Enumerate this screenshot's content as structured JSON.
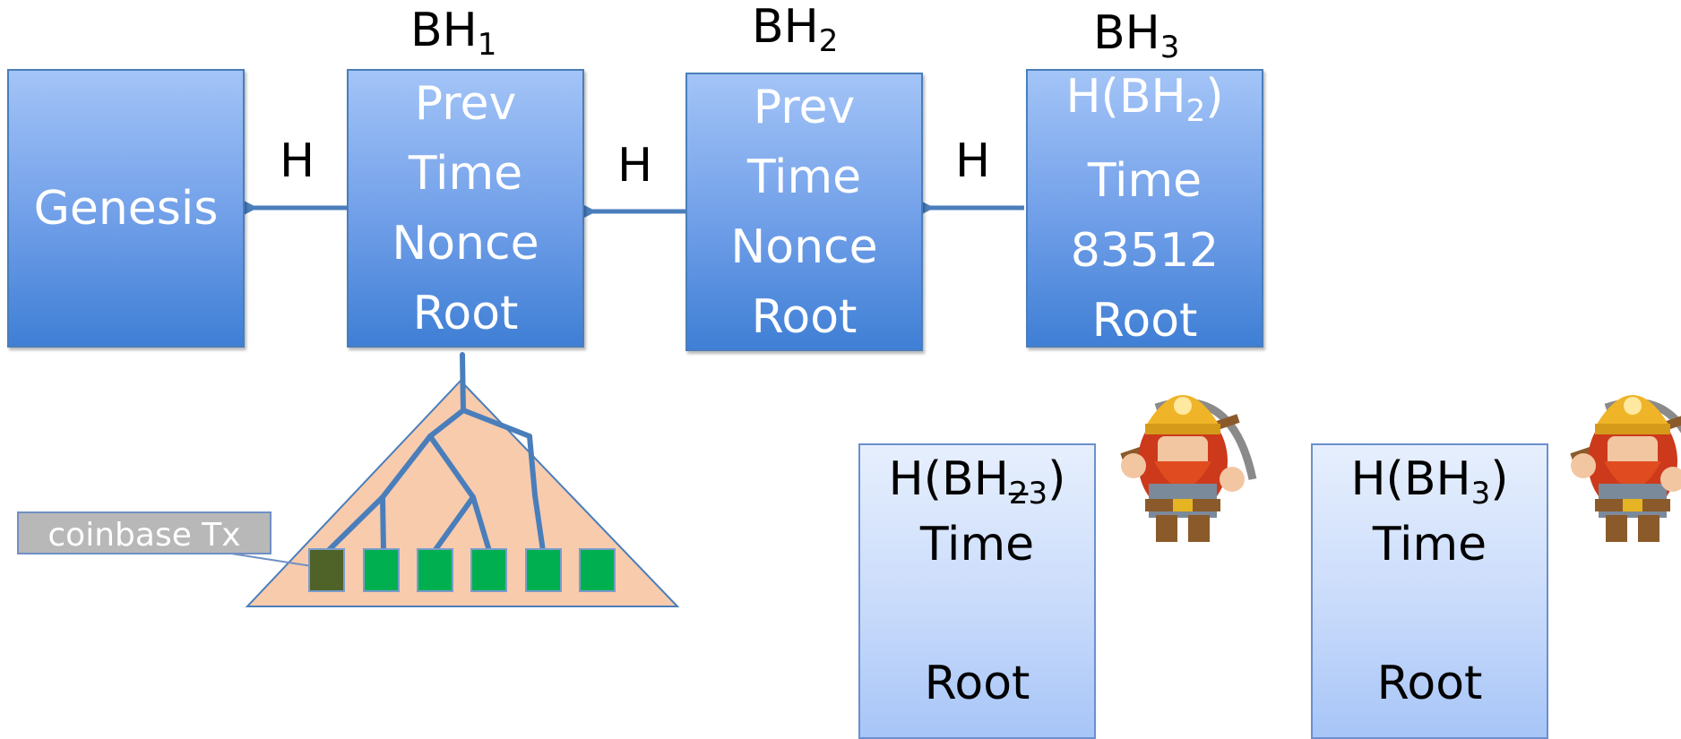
{
  "chain": {
    "genesis": {
      "label": "Genesis"
    },
    "bh1": {
      "title": "BH",
      "title_sub": "1",
      "lines": [
        "Prev",
        "Time",
        "Nonce",
        "Root"
      ]
    },
    "bh2": {
      "title": "BH",
      "title_sub": "2",
      "lines": [
        "Prev",
        "Time",
        "Nonce",
        "Root"
      ]
    },
    "bh3": {
      "title": "BH",
      "title_sub": "3",
      "prev_prefix": "H(BH",
      "prev_sub": "2",
      "prev_suffix": ")",
      "time": "Time",
      "nonce": "83512",
      "root": "Root"
    },
    "hash_arrows": [
      "H",
      "H",
      "H"
    ]
  },
  "merkle": {
    "coinbase_label": "coinbase Tx",
    "leaf_count": 6,
    "colors": {
      "tree_fill": "#f8cbad",
      "coinbase_leaf": "#4f6228",
      "leaf": "#00b050",
      "branch": "#4a7ebb"
    }
  },
  "candidates": [
    {
      "prev_prefix": "H(BH",
      "prev_sub_struck": "2",
      "prev_sub": "3",
      "prev_suffix": ")",
      "time": "Time",
      "root": "Root"
    },
    {
      "prev_prefix": "H(BH",
      "prev_sub": "3",
      "prev_suffix": ")",
      "time": "Time",
      "root": "Root"
    }
  ],
  "icons": [
    "miner-icon",
    "miner-icon"
  ]
}
